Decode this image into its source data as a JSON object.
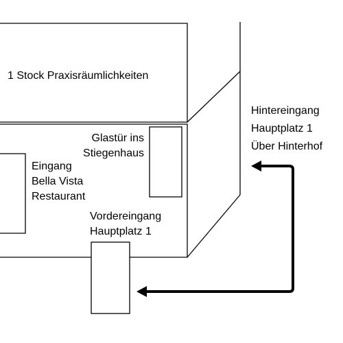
{
  "diagram": {
    "upper_floor_label": "1 Stock Praxisräumlichkeiten",
    "glass_door_label": [
      "Glastür ins",
      "Stiegenhaus"
    ],
    "restaurant_entrance_label": [
      "Eingang",
      "Bella Vista",
      "Restaurant"
    ],
    "front_entrance_label": [
      "Vordereingang",
      "Hauptplatz 1"
    ],
    "rear_entrance_label": [
      "Hintereingang",
      "Hauptplatz 1",
      "Über Hinterhof"
    ],
    "colors": {
      "line": "#000000",
      "background": "#ffffff"
    }
  }
}
